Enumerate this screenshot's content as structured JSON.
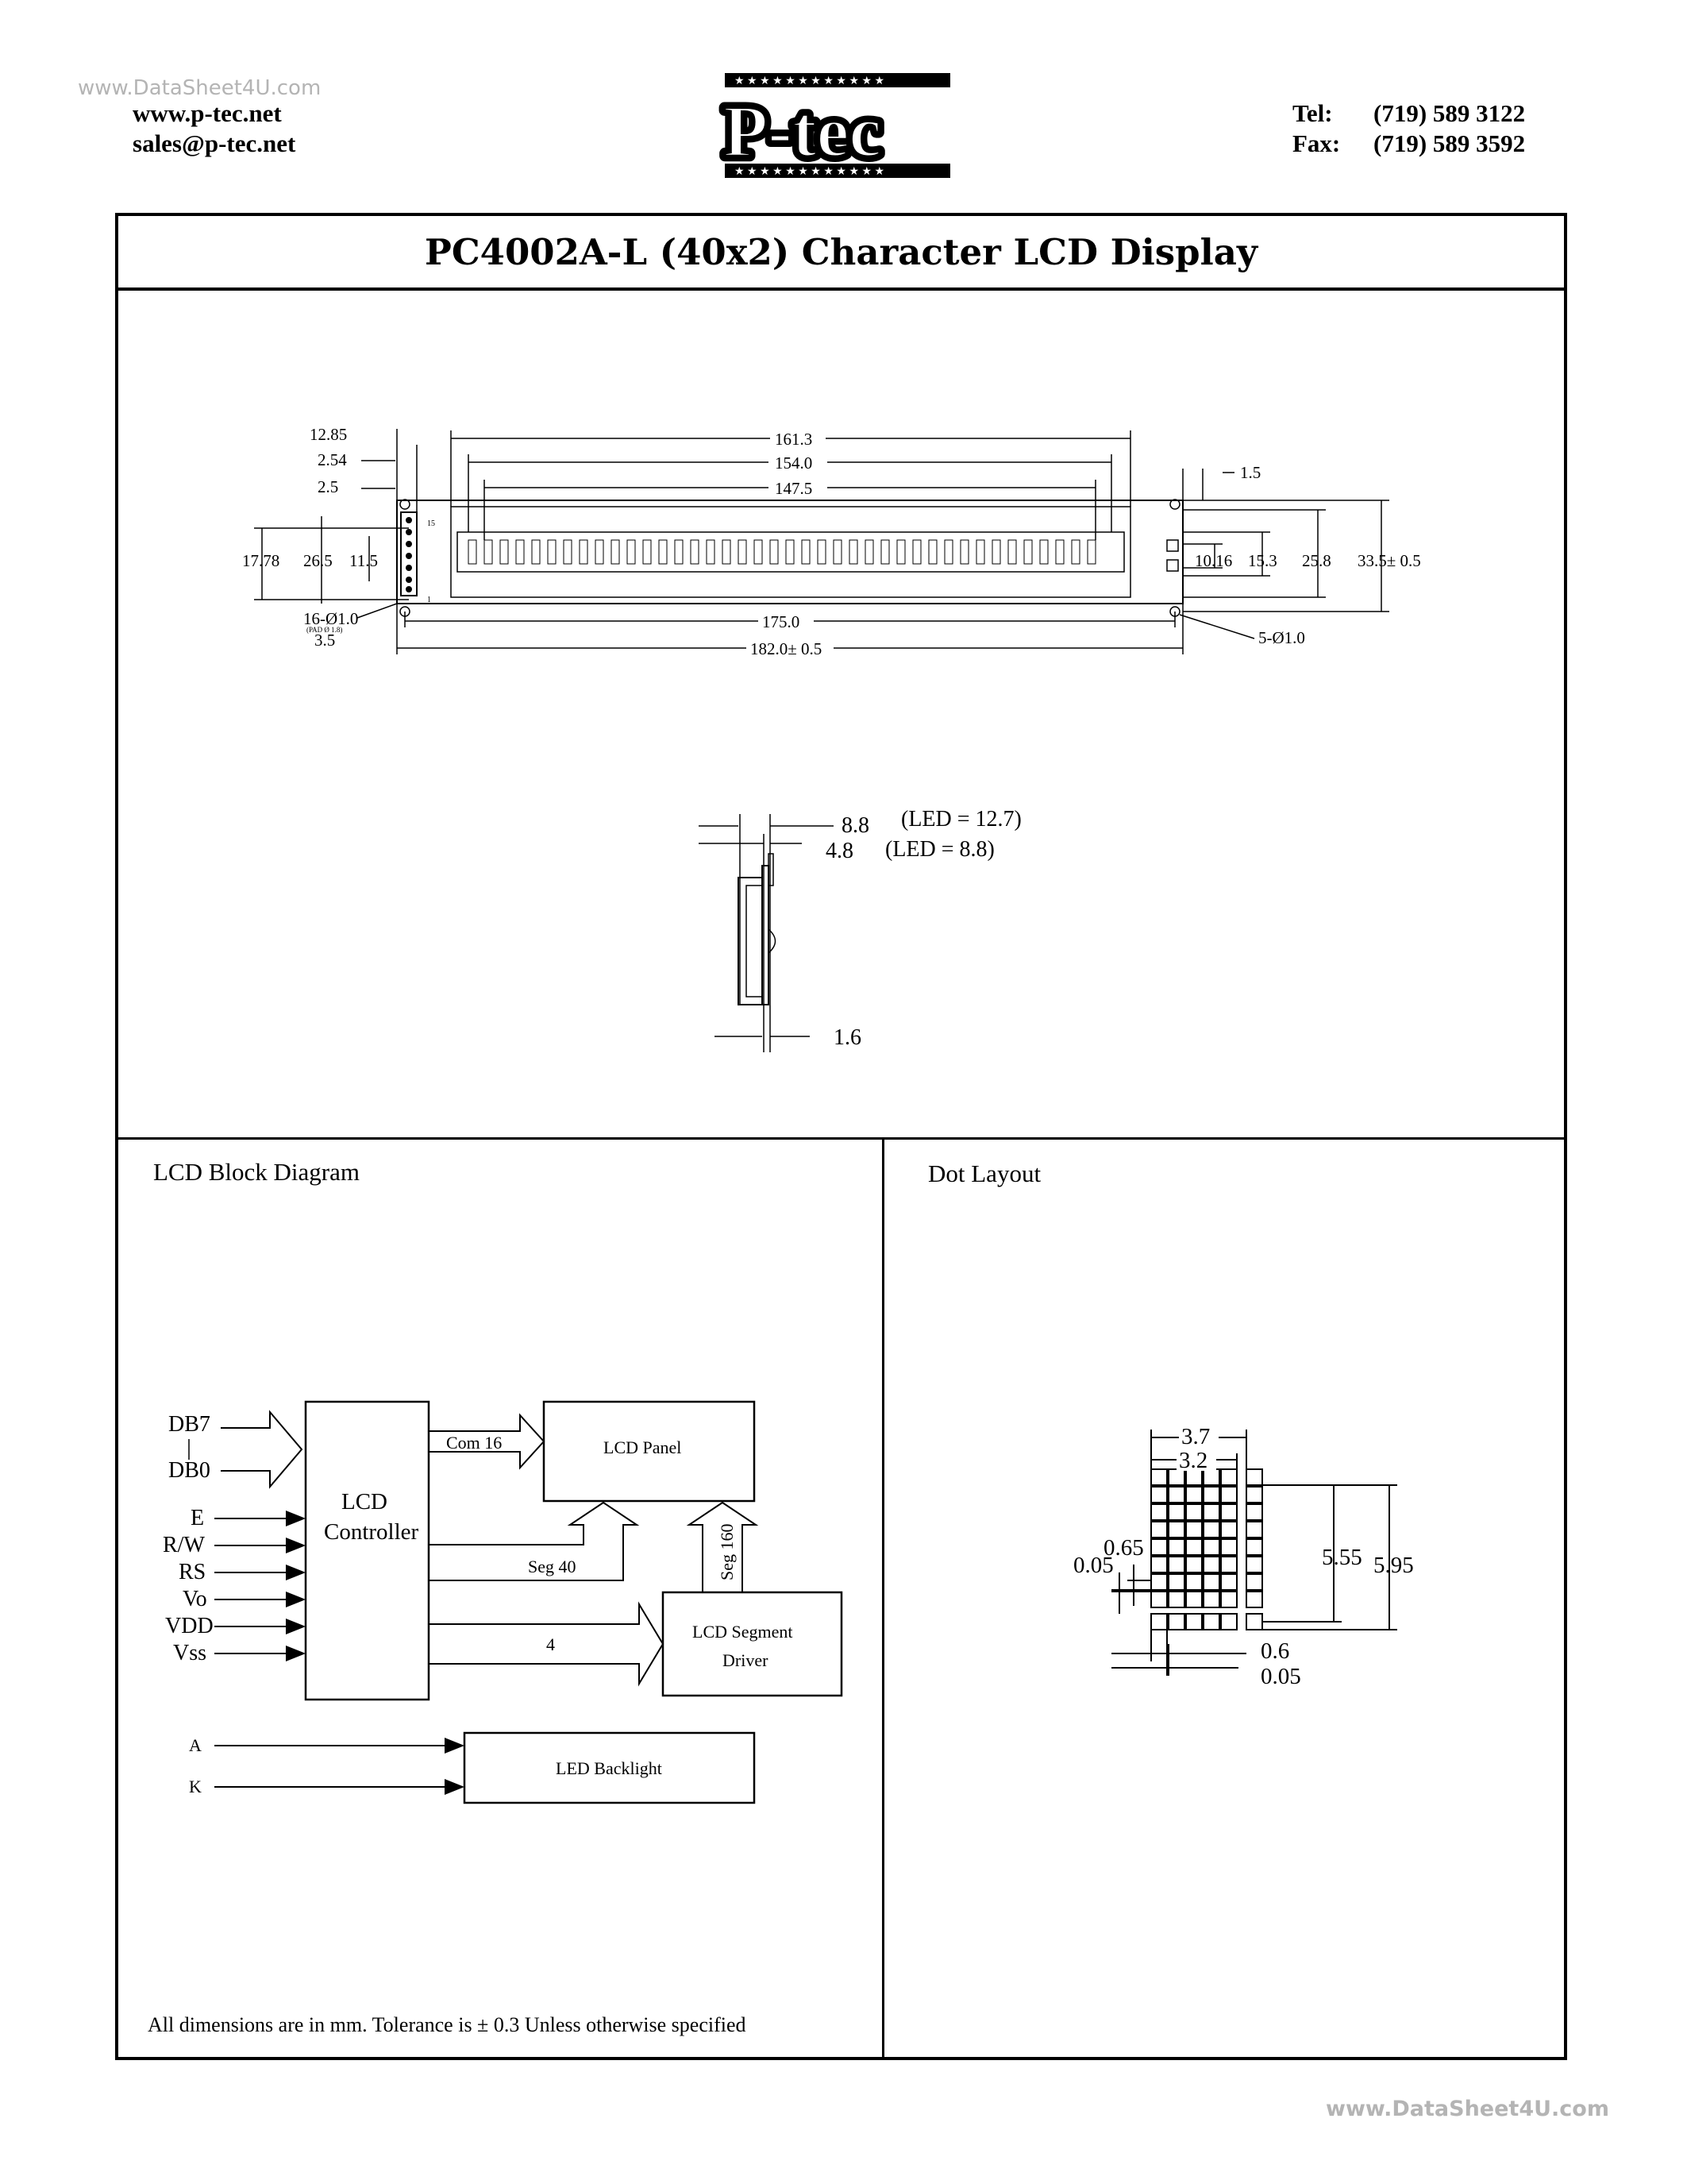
{
  "watermarks": {
    "top": "www.DataSheet4U.com",
    "bottom": "www.DataSheet4U.com"
  },
  "header": {
    "website": "www.p-tec.net",
    "email": "sales@p-tec.net",
    "tel_label": "Tel:",
    "tel": "(719) 589 3122",
    "fax_label": "Fax:",
    "fax": "(719) 589 3592",
    "logo_text": "P-tec"
  },
  "title": "PC4002A-L (40x2) Character LCD Display",
  "outline_drawing": {
    "dims_top": [
      "161.3",
      "154.0",
      "147.5"
    ],
    "dims_left": [
      "12.85",
      "2.54",
      "2.5",
      "17.78",
      "26.5",
      "11.5",
      "16-Ø1.0",
      "(PAD Ø 1.8)",
      "3.5"
    ],
    "dims_right": [
      "1.5",
      "10.16",
      "15.3",
      "25.8",
      "33.5± 0.5",
      "5-Ø1.0"
    ],
    "dims_bottom": [
      "175.0",
      "182.0± 0.5"
    ],
    "pin_labels": [
      "15",
      "1"
    ]
  },
  "side_view": {
    "dim1": "8.8",
    "dim1_note": "(LED = 12.7)",
    "dim2": "4.8",
    "dim2_note": "(LED = 8.8)",
    "dim3": "1.6"
  },
  "block_diagram": {
    "heading": "LCD Block Diagram",
    "inputs": [
      "DB7",
      "DB0",
      "E",
      "R/W",
      "RS",
      "Vo",
      "VDD",
      "Vss"
    ],
    "controller": [
      "LCD",
      "Controller"
    ],
    "panel": "LCD Panel",
    "segment_driver": [
      "LCD Segment",
      "Driver"
    ],
    "backlight": "LED Backlight",
    "backlight_pins": [
      "A",
      "K"
    ],
    "bus_labels": [
      "Com 16",
      "Seg 40",
      "Seg 160",
      "4"
    ]
  },
  "dot_layout": {
    "heading": "Dot Layout",
    "dims": [
      "3.7",
      "3.2",
      "0.65",
      "0.05",
      "5.55",
      "5.95",
      "0.6",
      "0.05"
    ]
  },
  "footnote": "All dimensions are in mm. Tolerance is ± 0.3 Unless otherwise specified"
}
